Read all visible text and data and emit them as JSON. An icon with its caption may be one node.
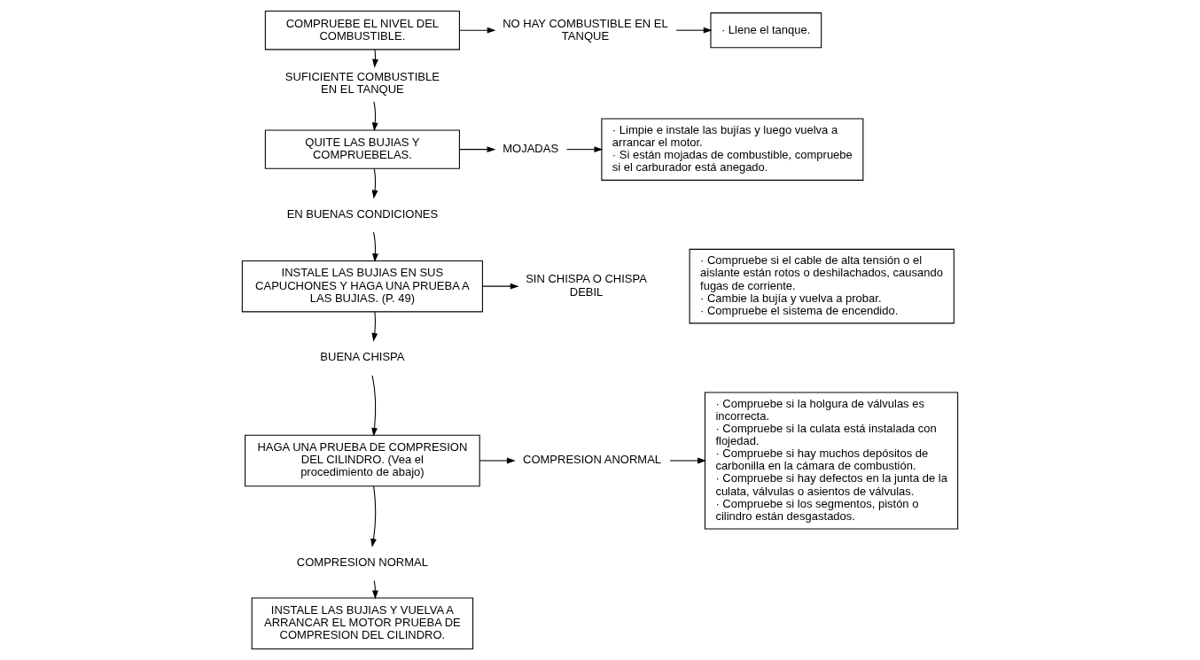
{
  "diagram": {
    "nodes": [
      {
        "text": [
          "COMPRUEBE EL NIVEL DEL COMBUSTIBLE."
        ]
      },
      {
        "text": [
          "NO HAY COMBUSTIBLE EN EL TANQUE"
        ]
      },
      {
        "text": [
          "· Llene el tanque."
        ]
      },
      {
        "text": [
          "SUFICIENTE COMBUSTIBLE EN EL TANQUE"
        ]
      },
      {
        "text": [
          "QUITE LAS BUJIAS Y COMPRUEBELAS."
        ]
      },
      {
        "text": [
          "MOJADAS"
        ]
      },
      {
        "text": [
          "· Limpie e instale las bujías y luego vuelva a arrancar el motor.",
          "· Si están mojadas de combustible, compruebe si el carburador está anegado."
        ]
      },
      {
        "text": [
          "EN BUENAS CONDICIONES"
        ]
      },
      {
        "text": [
          "INSTALE LAS BUJIAS EN SUS CAPUCHONES Y HAGA UNA PRUEBA A LAS BUJIAS. (P. 49)"
        ]
      },
      {
        "text": [
          "SIN CHISPA O CHISPA DEBIL"
        ]
      },
      {
        "text": [
          "· Compruebe si el cable de alta tensión o el aislante están rotos o deshilachados, causando fugas de corriente.",
          "· Cambie la bujía y vuelva a probar.",
          "· Compruebe el sistema de encendido."
        ]
      },
      {
        "text": [
          "BUENA CHISPA"
        ]
      },
      {
        "text": [
          "HAGA UNA PRUEBA DE COMPRESION DEL CILINDRO. (Vea el procedimiento de abajo)"
        ]
      },
      {
        "text": [
          "COMPRESION ANORMAL"
        ]
      },
      {
        "text": [
          "· Compruebe si la holgura de válvulas es incorrecta.",
          "· Compruebe si la culata está instalada con flojedad.",
          "· Compruebe si hay muchos depósitos de carbonilla en la cámara de combustión.",
          "· Compruebe si hay defectos en la junta de la culata, válvulas o asientos de válvulas.",
          "· Compruebe si los segmentos, pistón o cilindro están desgastados."
        ]
      },
      {
        "text": [
          "COMPRESION NORMAL"
        ]
      },
      {
        "text": [
          "INSTALE LAS BUJIAS Y VUELVA A ARRANCAR EL MOTOR PRUEBA DE COMPRESION DEL CILINDRO."
        ]
      }
    ],
    "edges": [
      {
        "from": 0,
        "to": 1,
        "arrow": "to"
      },
      {
        "from": 0,
        "to": 3,
        "arrow": "to"
      },
      {
        "from": 1,
        "to": 2,
        "arrow": "to"
      },
      {
        "from": 3,
        "to": 4,
        "arrow": "to"
      },
      {
        "from": 4,
        "to": 5,
        "arrow": "to"
      },
      {
        "from": 4,
        "to": 7,
        "arrow": "to"
      },
      {
        "from": 5,
        "to": 6,
        "arrow": "to"
      },
      {
        "from": 7,
        "to": 8,
        "arrow": "to"
      },
      {
        "from": 8,
        "to": 9,
        "arrow": "to"
      },
      {
        "from": 8,
        "to": 11,
        "arrow": "to"
      },
      {
        "from": 11,
        "to": 12,
        "arrow": "to"
      },
      {
        "from": 12,
        "to": 13,
        "arrow": "to"
      },
      {
        "from": 12,
        "to": 15,
        "arrow": "to"
      },
      {
        "from": 13,
        "to": 14,
        "arrow": "to"
      },
      {
        "from": 15,
        "to": 16,
        "arrow": "to"
      }
    ]
  }
}
